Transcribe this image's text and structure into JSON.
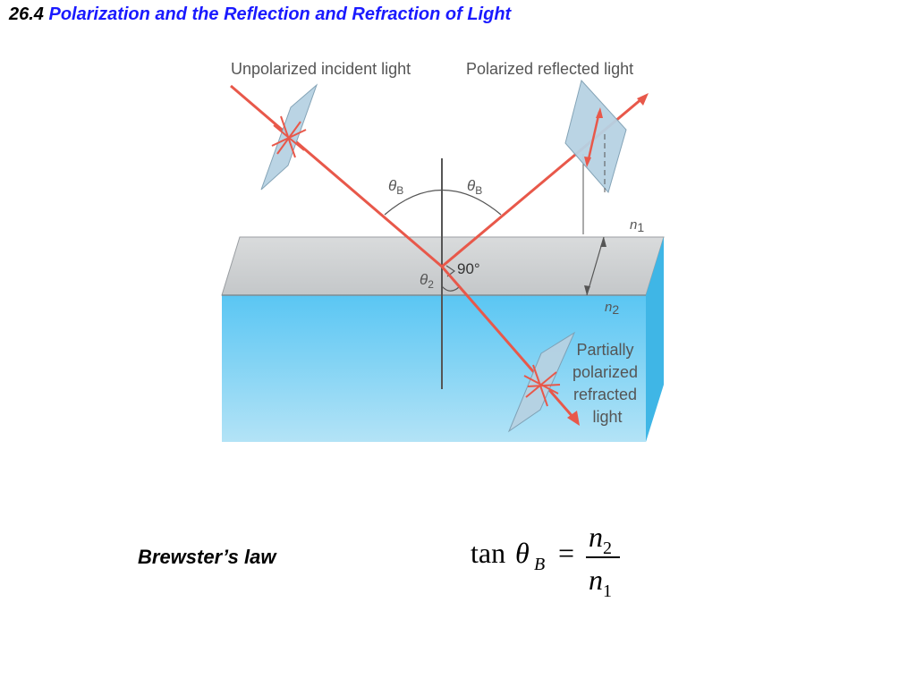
{
  "header": {
    "section_number": "26.4",
    "section_title": "Polarization and the Reflection and Refraction of Light"
  },
  "diagram": {
    "labels": {
      "incident": "Unpolarized incident light",
      "reflected": "Polarized reflected light",
      "refracted_lines": [
        "Partially",
        "polarized",
        "refracted",
        "light"
      ],
      "theta_b": "θ",
      "theta_b_sub": "B",
      "theta_2": "θ",
      "theta_2_sub": "2",
      "right_angle": "90°",
      "n1": "n",
      "n1_sub": "1",
      "n2": "n",
      "n2_sub": "2"
    },
    "colors": {
      "ray": "#e8584a",
      "polarizer": "#b4cfe0",
      "slab_top": "#cfd2d4",
      "water": "#6fcdf2",
      "water_side": "#3ab4e8"
    }
  },
  "law": {
    "label": "Brewster’s law",
    "formula": {
      "func": "tan",
      "symbol": "θ",
      "symbol_sub": "B",
      "equals": "=",
      "numerator": "n",
      "numerator_sub": "2",
      "denominator": "n",
      "denominator_sub": "1"
    }
  }
}
